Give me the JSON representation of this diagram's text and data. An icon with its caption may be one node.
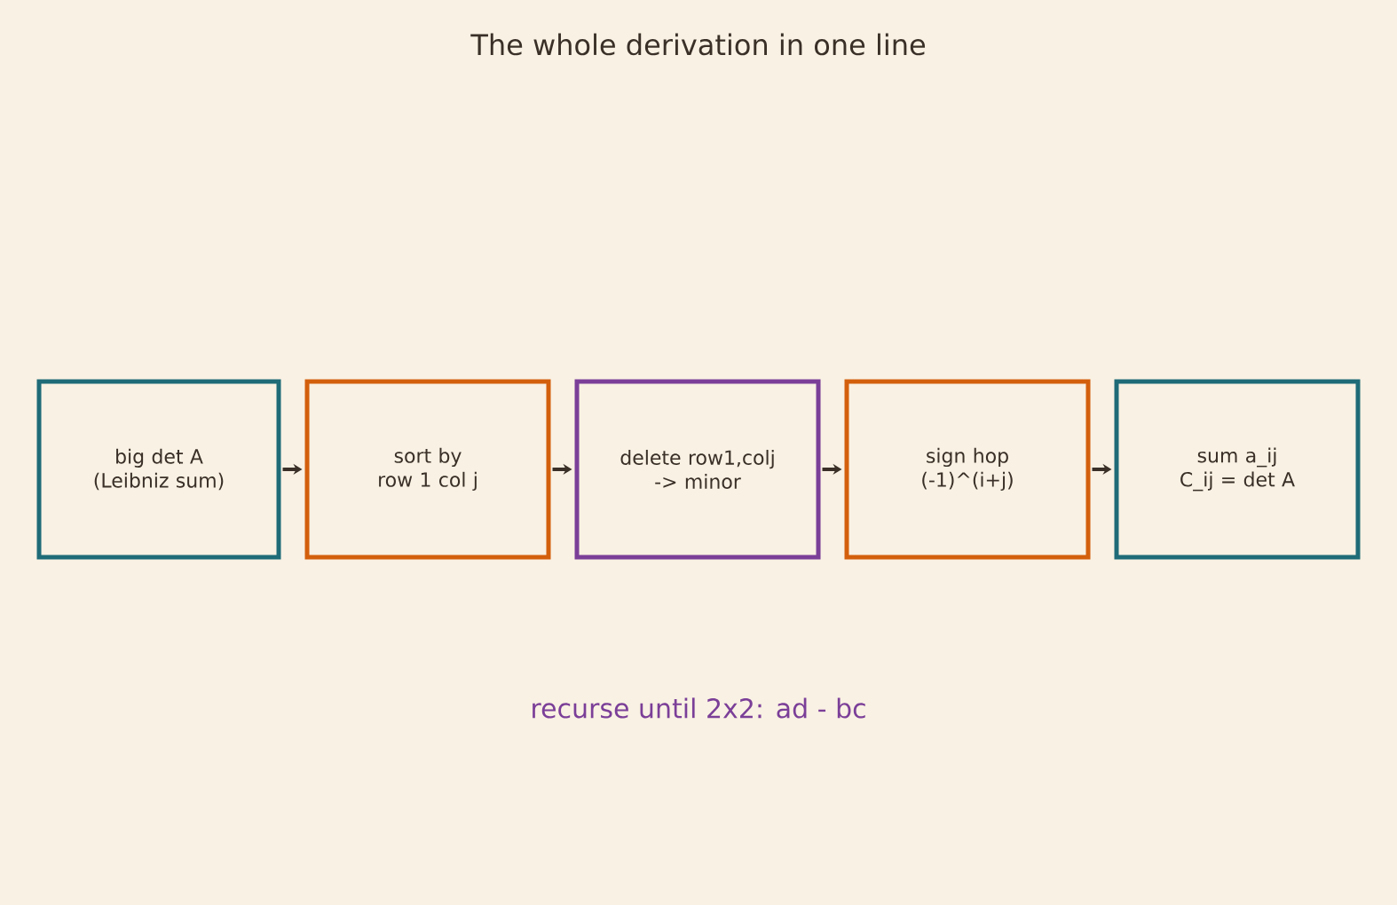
{
  "diagram": {
    "title": "The whole derivation in one line",
    "nodes": [
      {
        "text": [
          "big det A (Leibniz sum)"
        ]
      },
      {
        "text": [
          "sort by row 1 col j"
        ]
      },
      {
        "text": [
          "delete row1,colj -> minor"
        ]
      },
      {
        "text": [
          "sign hop (-1)^(i+j)"
        ]
      },
      {
        "text": [
          "sum a_ij C_ij = det A"
        ]
      }
    ],
    "edges": [
      {
        "from": 0,
        "to": 1,
        "arrow": "to"
      },
      {
        "from": 1,
        "to": 2,
        "arrow": "to"
      },
      {
        "from": 2,
        "to": 3,
        "arrow": "to"
      },
      {
        "from": 3,
        "to": 4,
        "arrow": "to"
      }
    ],
    "labels": [
      "recurse until 2x2:  ad - bc"
    ]
  }
}
